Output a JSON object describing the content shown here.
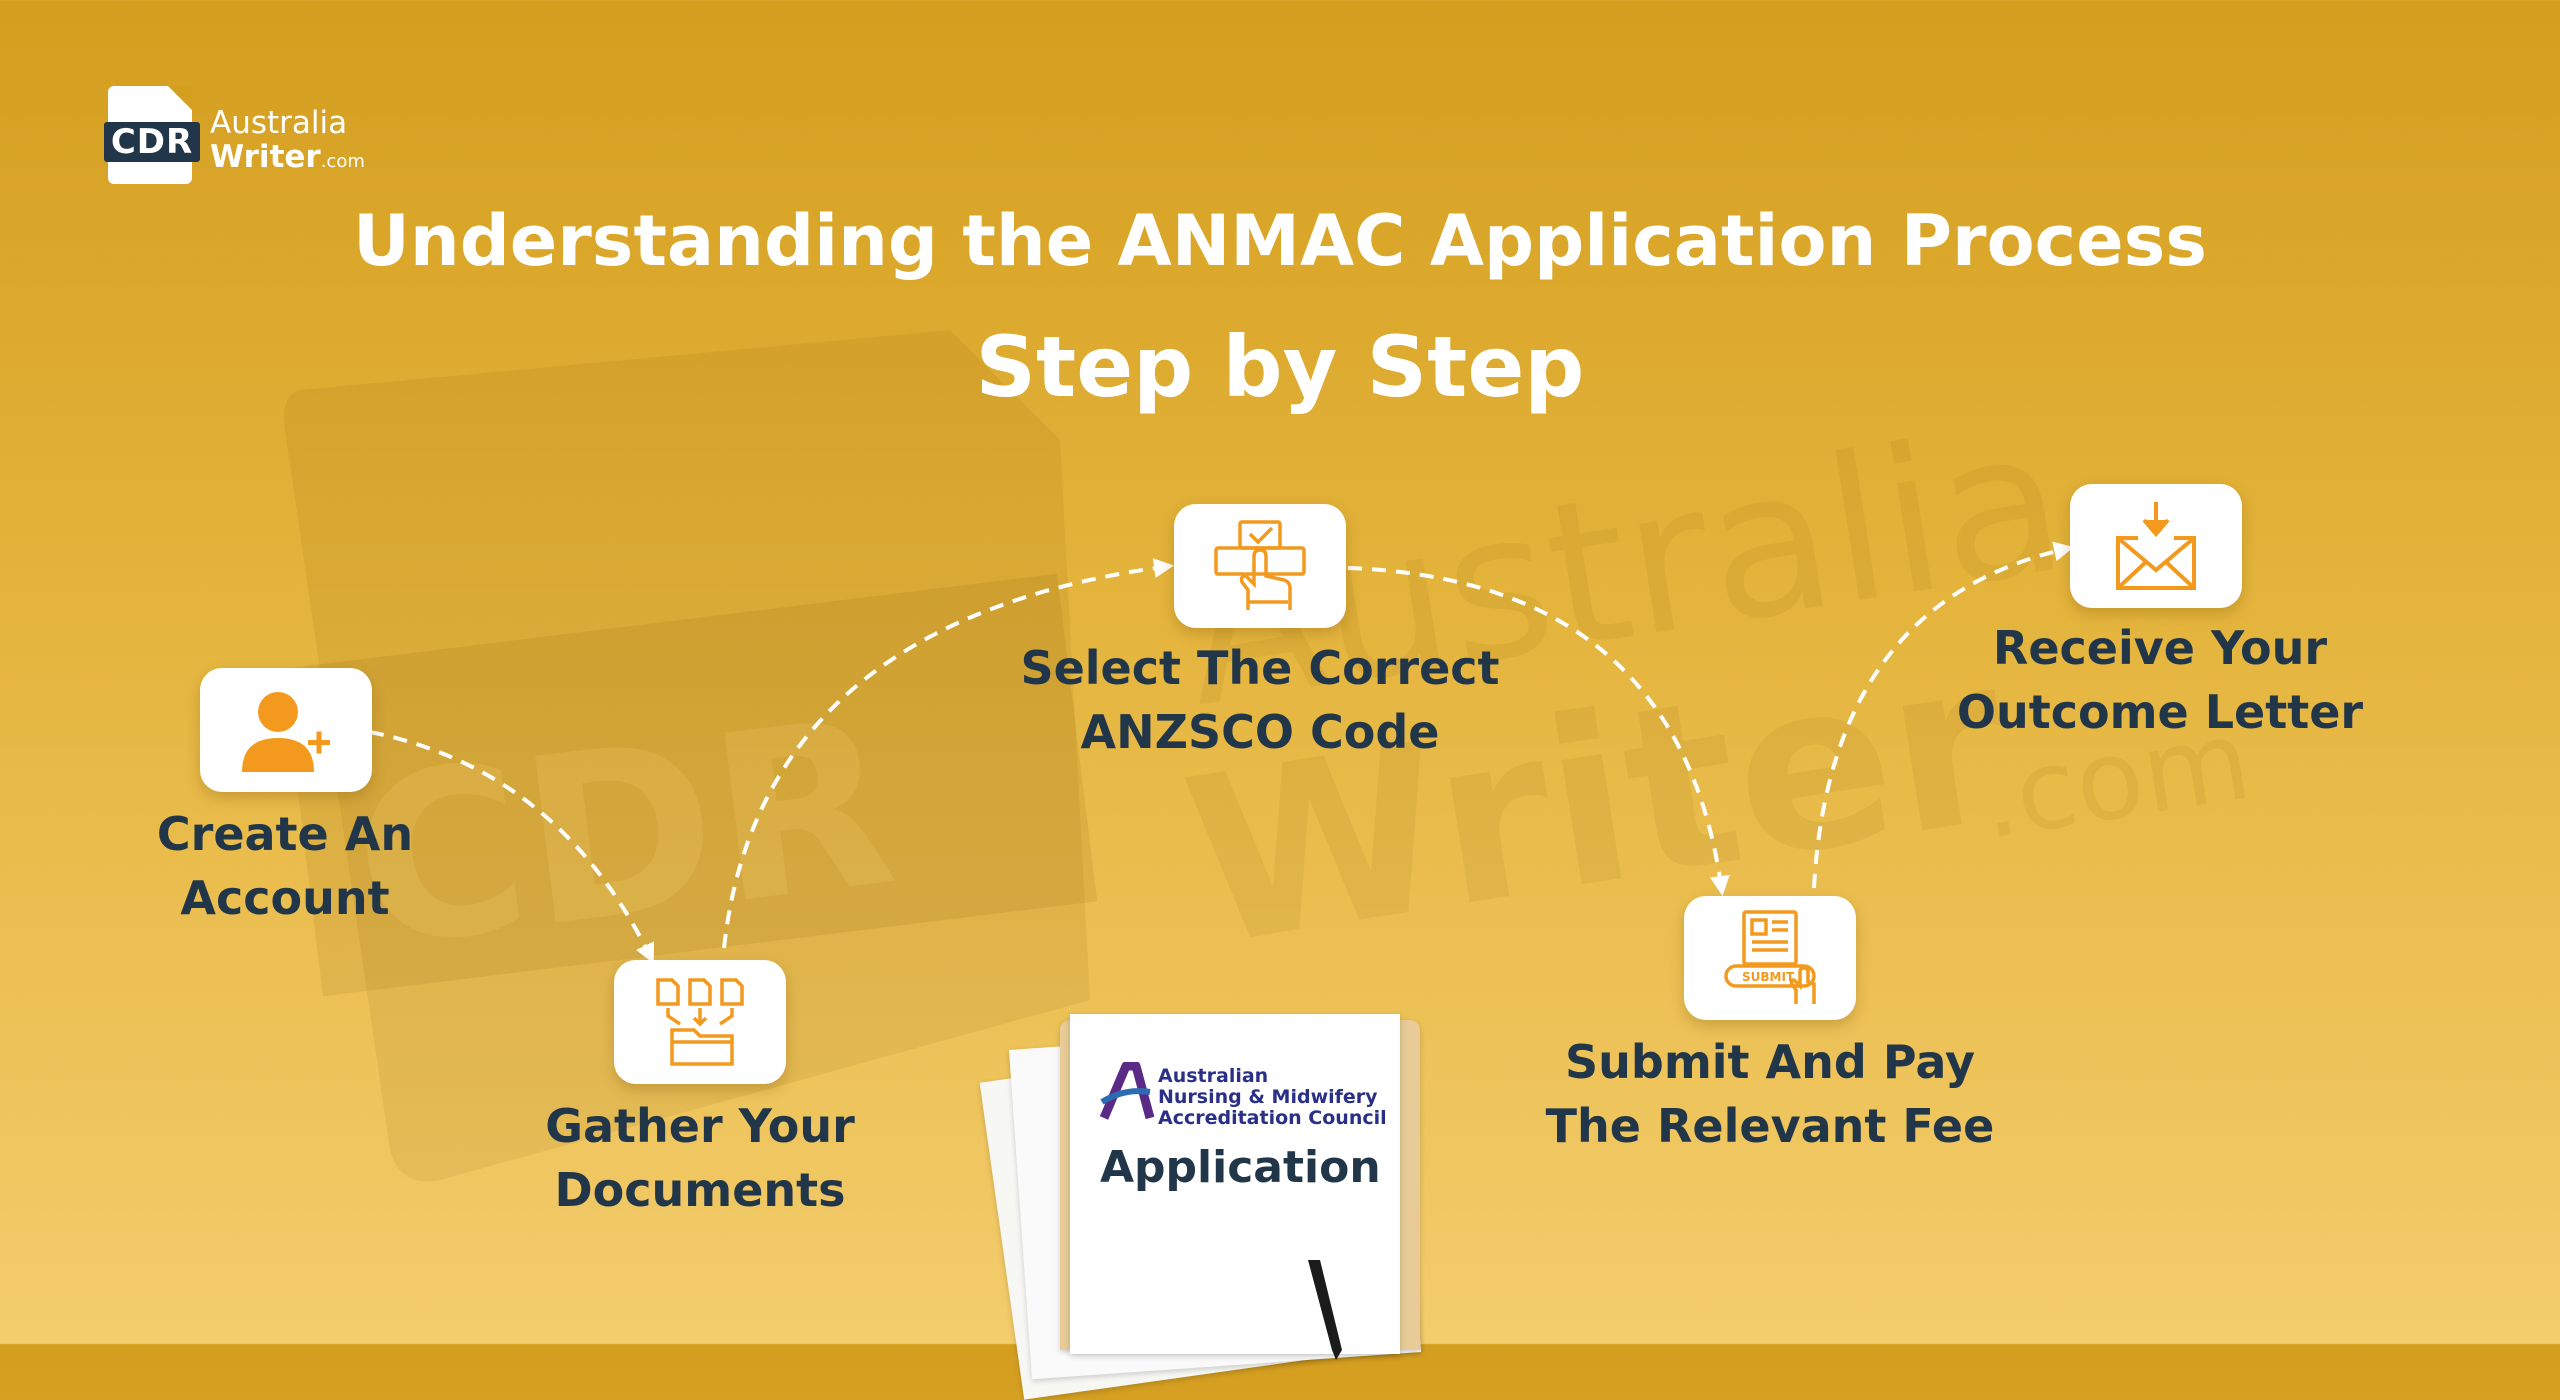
{
  "brand": {
    "logo_mark": "CDR",
    "logo_line1": "Australia",
    "logo_line2": "Writer",
    "logo_line2_suffix": ".com"
  },
  "title": {
    "line1": "Understanding the ANMAC Application Process",
    "line2": "Step by Step"
  },
  "steps": [
    {
      "icon": "add-user-icon",
      "lines": [
        "Create An",
        "Account"
      ]
    },
    {
      "icon": "documents-to-folder-icon",
      "lines": [
        "Gather Your",
        "Documents"
      ]
    },
    {
      "icon": "select-code-hand-icon",
      "lines": [
        "Select The Correct",
        "ANZSCO Code"
      ]
    },
    {
      "icon": "submit-payment-icon",
      "lines": [
        "Submit And Pay",
        "The Relevant Fee"
      ]
    },
    {
      "icon": "receive-mail-icon",
      "lines": [
        "Receive Your",
        "Outcome Letter"
      ]
    }
  ],
  "submit_button_text": "SUBMIT",
  "folder": {
    "org_line1": "Australian",
    "org_line2": "Nursing & Midwifery",
    "org_line3": "Accreditation Council",
    "doc_title": "Application"
  },
  "colors": {
    "accent": "#F39A1E",
    "text_dark": "#22364A",
    "bg_top": "#D49E1F",
    "bg_bottom": "#F3CC6C"
  }
}
